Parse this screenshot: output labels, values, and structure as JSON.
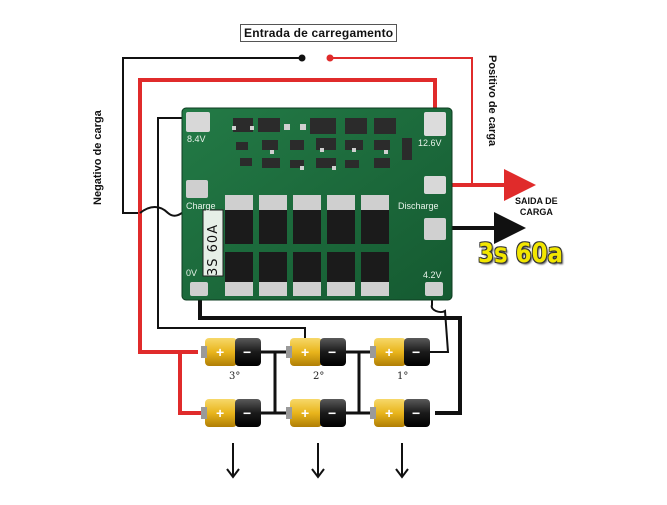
{
  "title": "Entrada de carregamento",
  "labels": {
    "negative": "Negativo de carga",
    "positive": "Positivo de carga",
    "output_line1": "SAIDA DE",
    "output_line2": "CARGA",
    "model": "3s 60a"
  },
  "board": {
    "v84": "8.4V",
    "v126": "12.6V",
    "charge": "Charge",
    "discharge": "Discharge",
    "rating": "3S 60A",
    "v0": "0V",
    "v42": "4.2V"
  },
  "cells": {
    "plus": "+",
    "minus": "−",
    "series": [
      "3°",
      "2°",
      "1°"
    ]
  },
  "colors": {
    "board": "#1d6b3c",
    "red_wire": "#e02b2b",
    "black_wire": "#111111",
    "battery_gold": "#e9b51c"
  }
}
